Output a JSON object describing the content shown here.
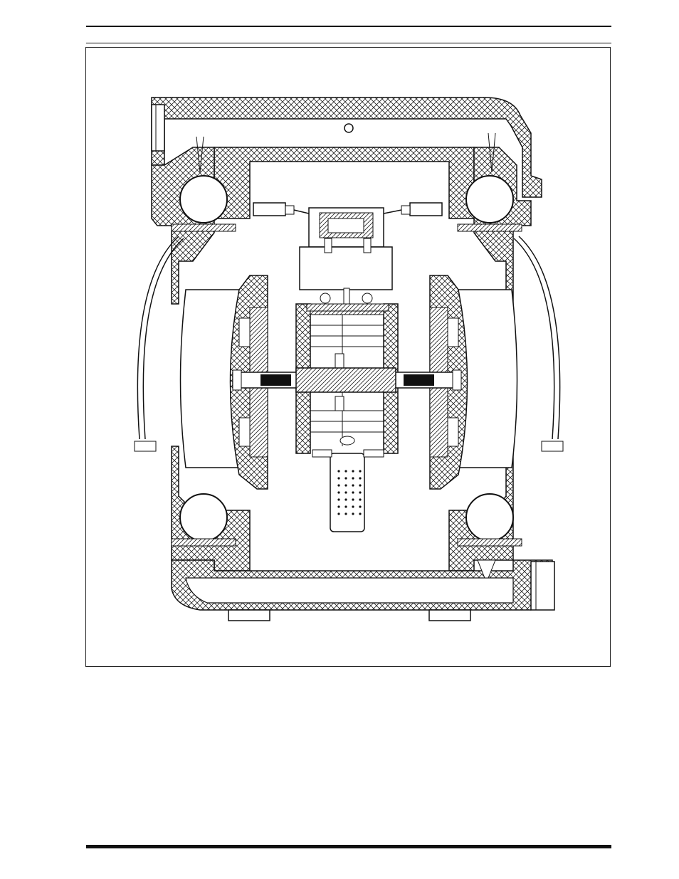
{
  "page": {
    "header": "",
    "footer": ""
  },
  "figure": {
    "kind": "pump-cross-section",
    "caption": "",
    "components": [
      "top-manifold",
      "bottom-manifold",
      "left-check-ball-upper",
      "right-check-ball-upper",
      "left-check-ball-lower",
      "right-check-ball-lower",
      "left-diaphragm",
      "right-diaphragm",
      "shaft",
      "air-valve",
      "muffler",
      "left-pilot-valve",
      "right-pilot-valve",
      "left-air-line",
      "right-air-line"
    ]
  }
}
